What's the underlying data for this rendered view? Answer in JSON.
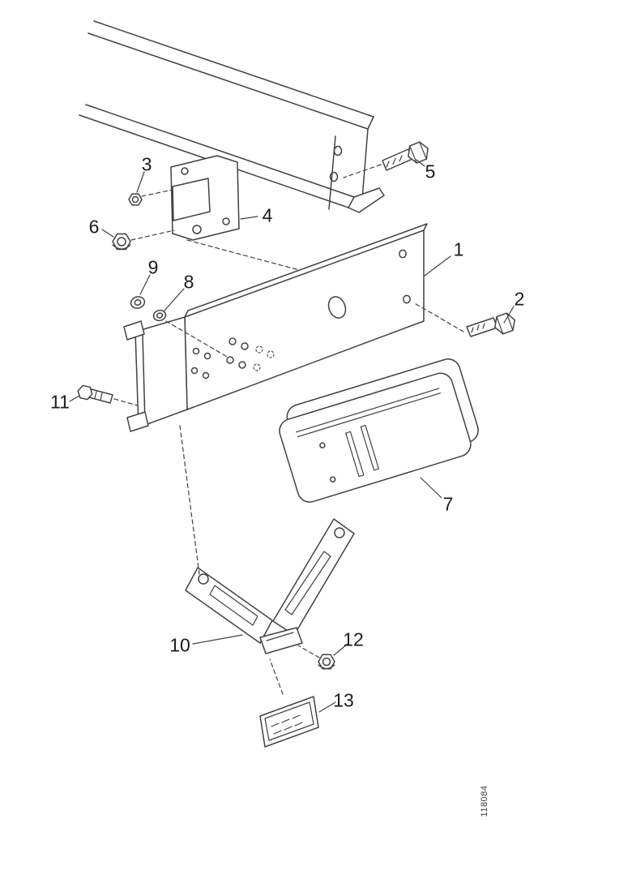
{
  "figure": {
    "drawing_code": "118084"
  },
  "callouts": [
    "1",
    "2",
    "3",
    "4",
    "5",
    "6",
    "7",
    "8",
    "9",
    "10",
    "11",
    "12",
    "13"
  ],
  "colors": {
    "line": "#414141",
    "background": "#ffffff",
    "label_text": "#1c1c1c"
  }
}
